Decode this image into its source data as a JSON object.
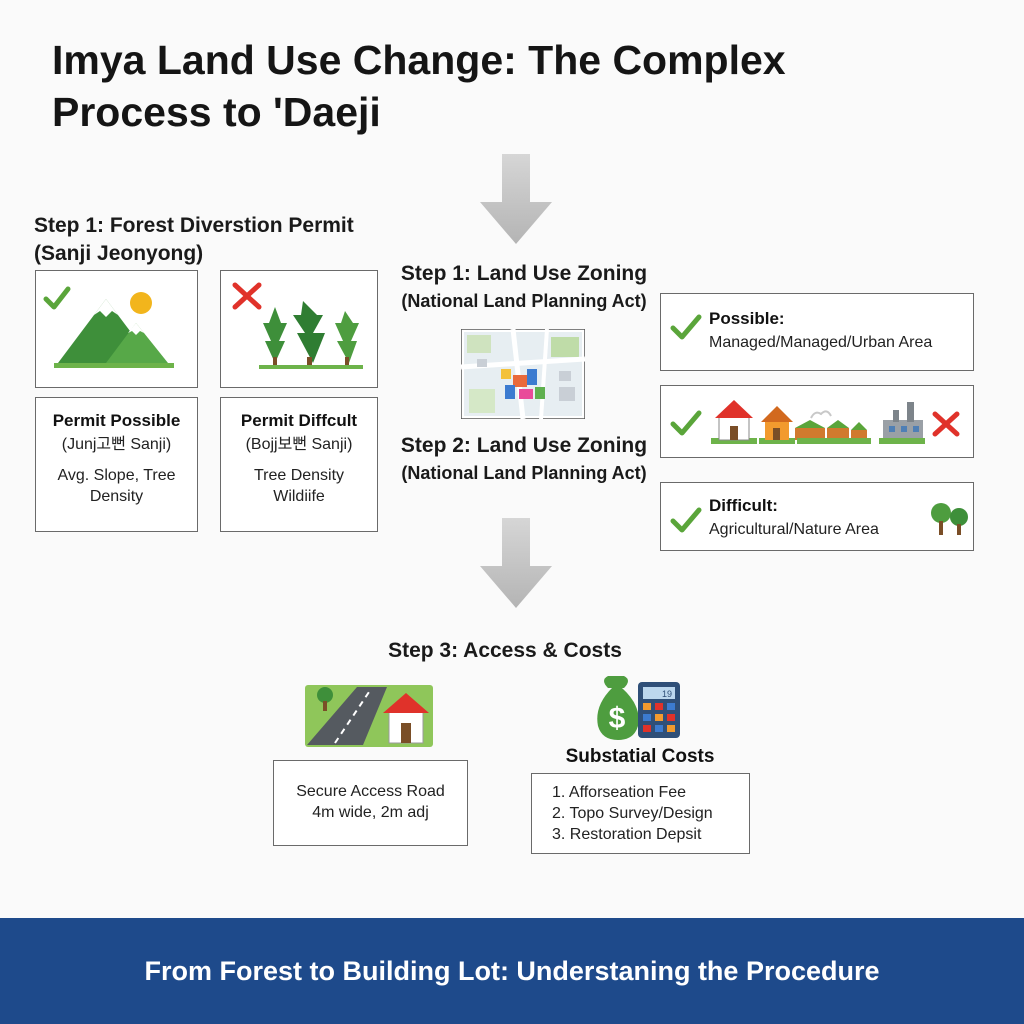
{
  "title": {
    "line1": "Imya Land Use Change: The Complex",
    "line2": "Process to 'Daeji"
  },
  "forest_permit": {
    "heading_line1": "Step 1: Forest Diverstion Permit",
    "heading_line2": "(Sanji Jeonyong)",
    "possible": {
      "label": "Permit Possible",
      "sub": "(Junj고뻔 Sanji)",
      "detail_line1": "Avg. Slope, Tree",
      "detail_line2": "Density"
    },
    "difficult": {
      "label": "Permit Diffcult",
      "sub": "(Bojj보뻔 Sanji)",
      "detail_line1": "Tree Density",
      "detail_line2": "Wildiife"
    }
  },
  "zoning": {
    "step1_heading": "Step 1: Land Use Zoning",
    "step1_sub": "(National Land Planning Act)",
    "step2_heading": "Step 2: Land Use Zoning",
    "step2_sub": "(National Land Planning Act)",
    "possible_label": "Possible:",
    "possible_text": "Managed/Managed/Urban Area",
    "difficult_label": "Difficult:",
    "difficult_text": "Agricultural/Nature Area"
  },
  "access": {
    "heading": "Step 3: Access & Costs",
    "road_line1": "Secure Access Road",
    "road_line2": "4m wide, 2m adj",
    "costs_heading": "Substatial Costs",
    "cost_items": [
      "1. Afforseation Fee",
      "2. Topo Survey/Design",
      "3. Restoration Depsit"
    ],
    "calculator_display": "19"
  },
  "footer": {
    "text": "From Forest to Building Lot: Understaning the Procedure"
  },
  "colors": {
    "check": "#5aa53a",
    "cross": "#e0322a",
    "footer_bg": "#1e4a8b",
    "arrow": "#c4c4c4"
  }
}
